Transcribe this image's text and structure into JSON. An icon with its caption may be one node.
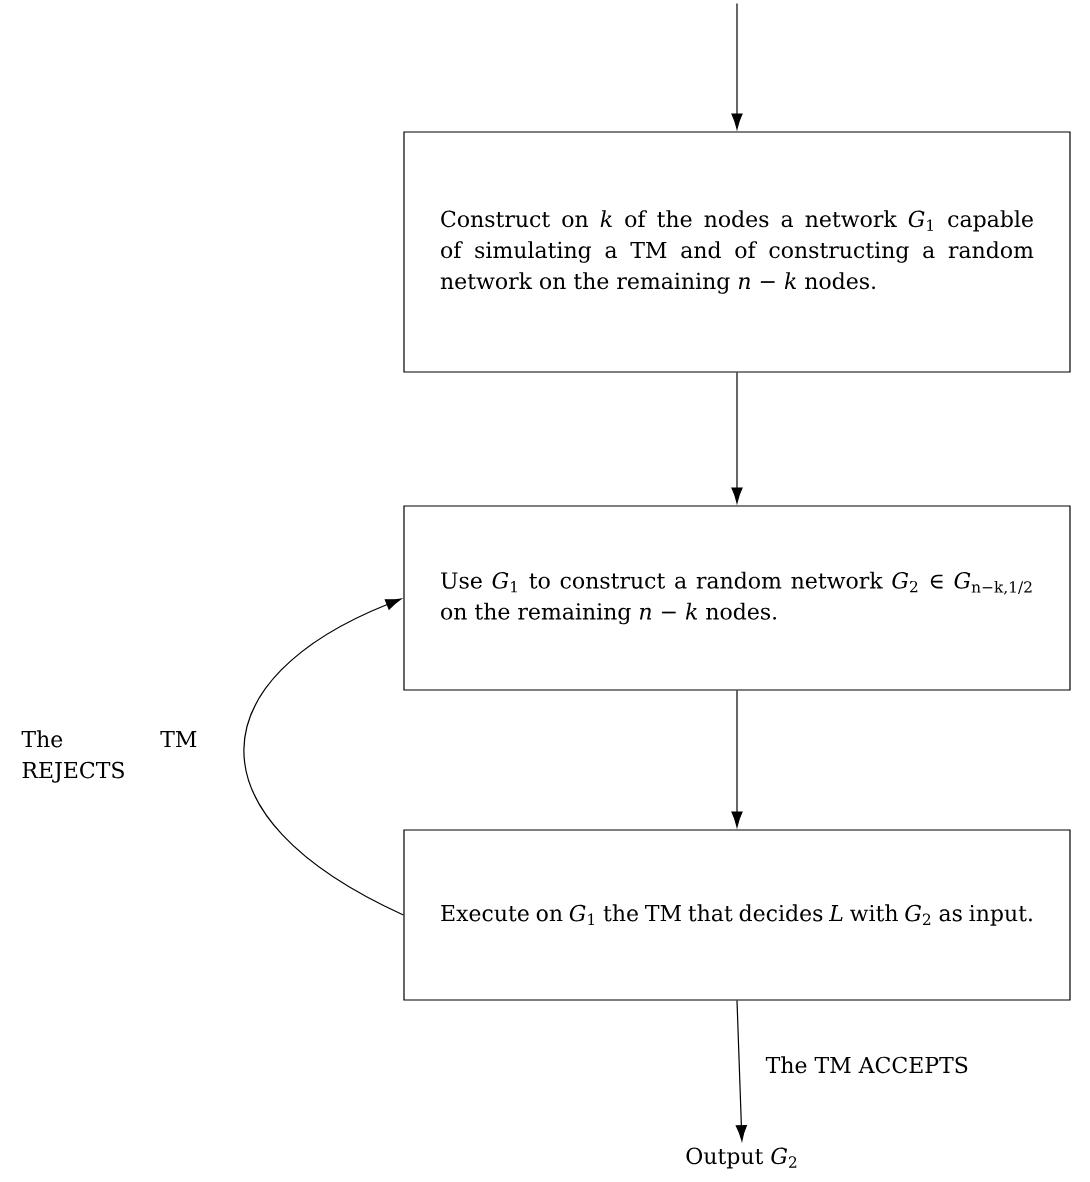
{
  "diagram": {
    "nodes": [
      {
        "text": [
          "Construct on *k* of the nodes a network *G*$_{1}$ capable of simulating a TM and of constructing a random network on the remaining *n* − *k* nodes."
        ]
      },
      {
        "text": [
          "Use *G*$_{1}$ to construct a random network *G*$_{2}$ ∈ *G*$_{n−k,1/2}$ on the remaining *n* − *k* nodes."
        ]
      },
      {
        "text": [
          "Execute on *G*$_{1}$ the TM that decides *L* with *G*$_{2}$ as input."
        ]
      },
      {
        "text": [
          "Output *G*$_{2}$"
        ]
      }
    ],
    "edges": [
      {
        "from": null,
        "to": 0,
        "arrow": "to"
      },
      {
        "from": 0,
        "to": 1,
        "arrow": "to"
      },
      {
        "from": 1,
        "to": 2,
        "arrow": "to"
      },
      {
        "from": 2,
        "to": 3,
        "arrow": "to",
        "label": "The TM ACCEPTS"
      },
      {
        "from": 2,
        "to": 1,
        "arrow": "to",
        "label": "The TM REJECTS"
      }
    ]
  }
}
